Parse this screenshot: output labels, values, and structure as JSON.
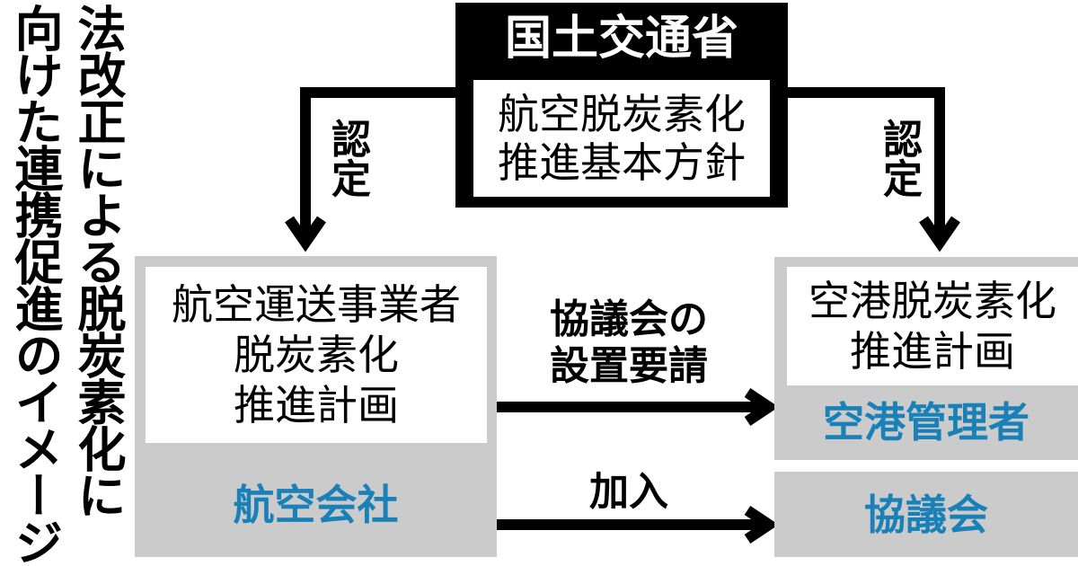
{
  "title": {
    "line1": "法改正による脱炭素化に",
    "line2": "向けた連携促進のイメージ"
  },
  "ministry": {
    "name": "国土交通省",
    "policy_line1": "航空脱炭素化",
    "policy_line2": "推進基本方針"
  },
  "left_box": {
    "plan_line1": "航空運送事業者",
    "plan_line2": "脱炭素化",
    "plan_line3": "推進計画",
    "entity": "航空会社"
  },
  "right_box": {
    "plan_line1": "空港脱炭素化",
    "plan_line2": "推進計画",
    "entity": "空港管理者"
  },
  "council_box": {
    "entity": "協議会"
  },
  "arrows": {
    "left_approval": "認定",
    "right_approval": "認定",
    "request_line1": "協議会の",
    "request_line2": "設置要請",
    "join": "加入"
  },
  "colors": {
    "accent_blue": "#1a80b8",
    "box_gray": "#cbcbcb",
    "ministry_black": "#000000"
  }
}
